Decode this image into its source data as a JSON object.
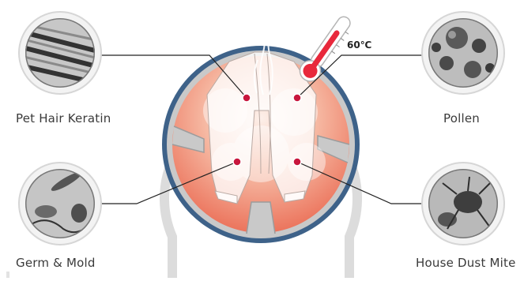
{
  "diagram": {
    "temperature_label": "60℃",
    "allergens": [
      {
        "id": "pet-hair-keratin",
        "label": "Pet Hair Keratin"
      },
      {
        "id": "pollen",
        "label": "Pollen"
      },
      {
        "id": "germ-mold",
        "label": "Germ & Mold"
      },
      {
        "id": "house-dust-mite",
        "label": "House Dust Mite"
      }
    ]
  },
  "colors": {
    "drum_outer": "#3e6289",
    "drum_inner_top": "#fbe6dc",
    "drum_inner_bottom": "#ec7158",
    "target_dot": "#c8163d",
    "thermometer_red": "#e8283b",
    "leader_line": "#222222"
  }
}
